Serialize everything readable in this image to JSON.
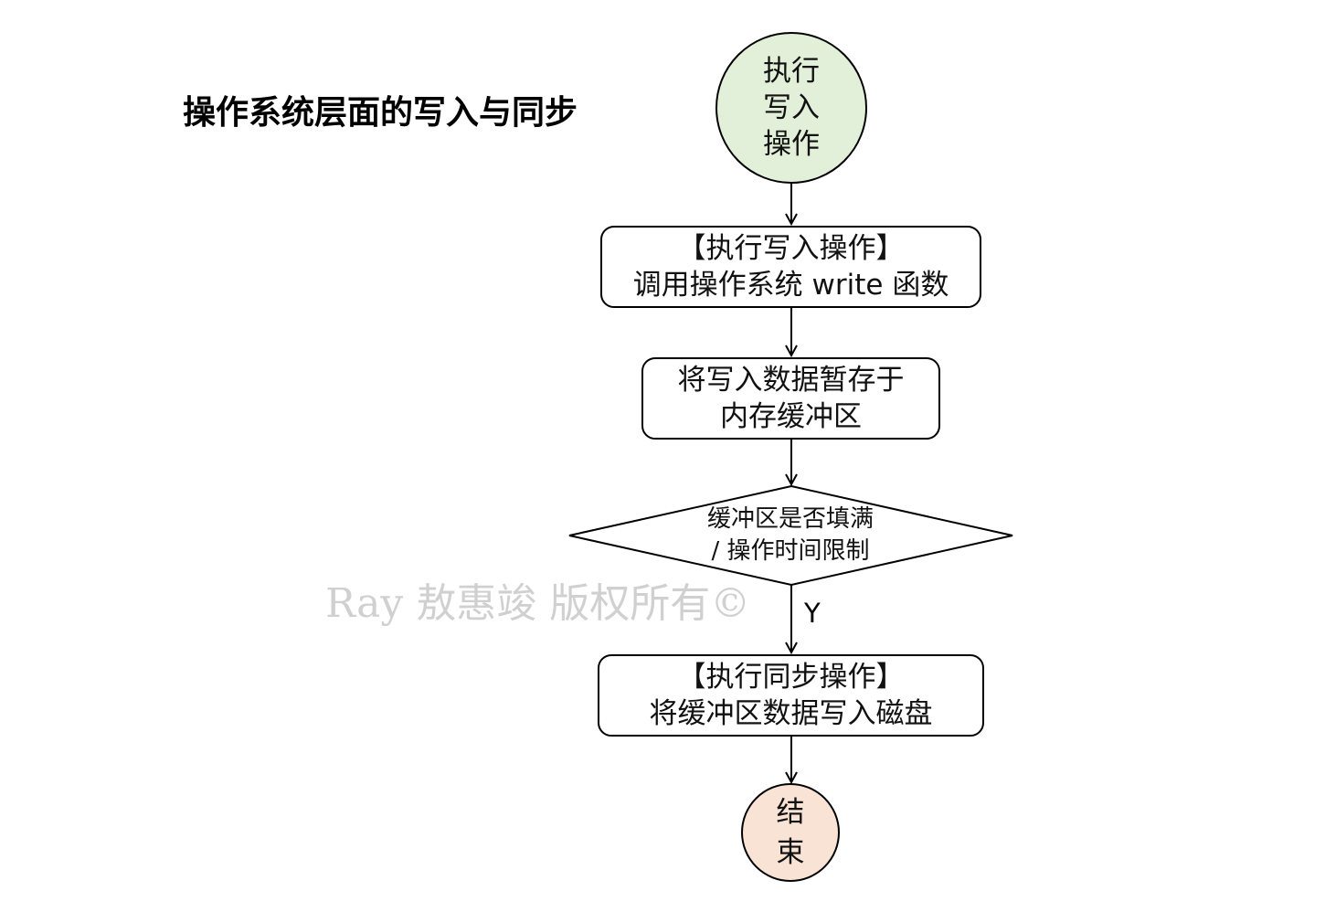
{
  "title": "操作系统层面的写入与同步",
  "nodes": {
    "start": {
      "lines": [
        "执行",
        "写入",
        "操作"
      ]
    },
    "write_call": {
      "lines": [
        "【执行写入操作】",
        "调用操作系统 write 函数"
      ]
    },
    "buffer": {
      "lines": [
        "将写入数据暂存于",
        "内存缓冲区"
      ]
    },
    "decision": {
      "lines": [
        "缓冲区是否填满",
        "/ 操作时间限制"
      ]
    },
    "sync": {
      "lines": [
        "【执行同步操作】",
        "将缓冲区数据写入磁盘"
      ]
    },
    "end": {
      "lines": [
        "结",
        "束"
      ]
    }
  },
  "edge_labels": {
    "yes": "Y"
  },
  "watermark": "Ray 敖惠竣 版权所有©",
  "colors": {
    "start_fill": "#e2efd9",
    "end_fill": "#f9e3d5",
    "stroke": "#000000"
  }
}
